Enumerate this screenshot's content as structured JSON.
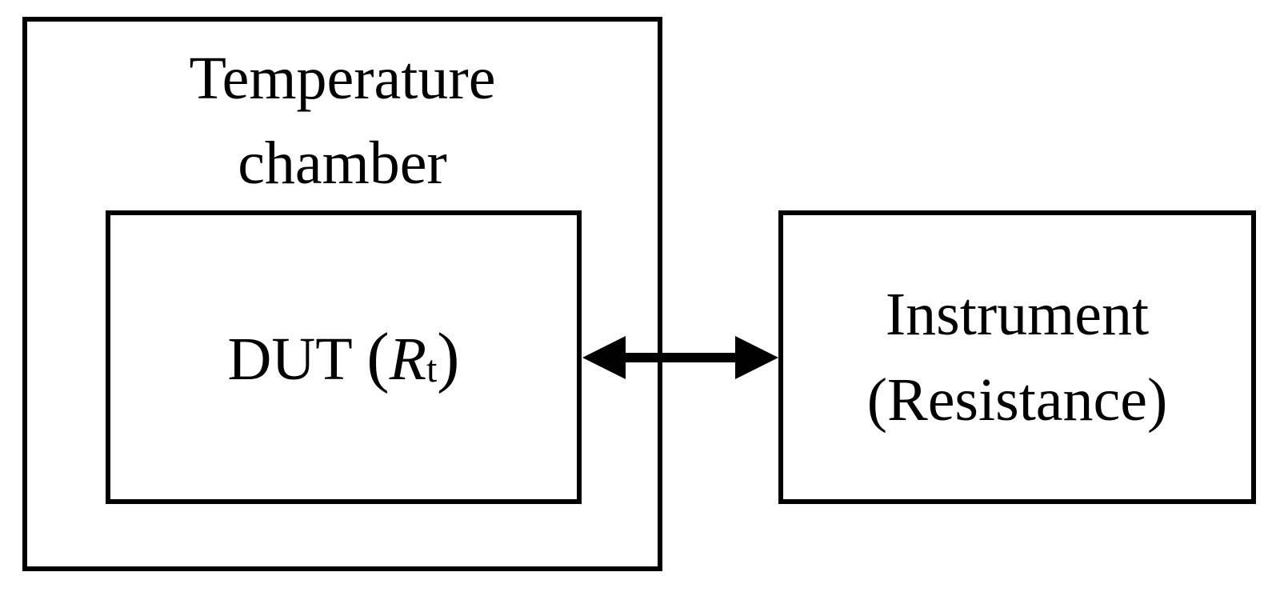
{
  "diagram": {
    "background_color": "#ffffff",
    "line_color": "#000000",
    "chamber": {
      "line1": "Temperature",
      "line2": "chamber"
    },
    "dut": {
      "text": "DUT ",
      "open_paren": "(",
      "symbol": "R",
      "subscript": "t",
      "close_paren": ")"
    },
    "instrument": {
      "line1": "Instrument",
      "line2": "(Resistance)"
    },
    "arrow": {
      "name": "double-headed-arrow"
    }
  }
}
